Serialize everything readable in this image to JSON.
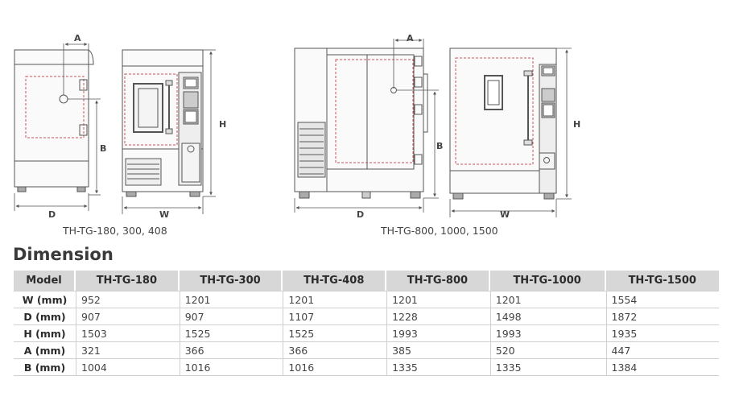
{
  "drawings": {
    "small": {
      "caption": "TH-TG-180, 300, 408",
      "labels": {
        "a": "A",
        "b": "B",
        "d": "D",
        "w": "W",
        "h": "H"
      }
    },
    "large": {
      "caption": "TH-TG-800, 1000, 1500",
      "labels": {
        "a": "A",
        "b": "B",
        "d": "D",
        "w": "W",
        "h": "H"
      }
    }
  },
  "section_title": "Dimension",
  "table": {
    "header": [
      "Model",
      "TH-TG-180",
      "TH-TG-300",
      "TH-TG-408",
      "TH-TG-800",
      "TH-TG-1000",
      "TH-TG-1500"
    ],
    "rows": [
      [
        "W (mm)",
        "952",
        "1201",
        "1201",
        "1201",
        "1201",
        "1554"
      ],
      [
        "D (mm)",
        "907",
        "907",
        "1107",
        "1228",
        "1498",
        "1872"
      ],
      [
        "H (mm)",
        "1503",
        "1525",
        "1525",
        "1993",
        "1993",
        "1935"
      ],
      [
        "A (mm)",
        "321",
        "366",
        "366",
        "385",
        "520",
        "447"
      ],
      [
        "B (mm)",
        "1004",
        "1016",
        "1016",
        "1335",
        "1335",
        "1384"
      ]
    ]
  }
}
